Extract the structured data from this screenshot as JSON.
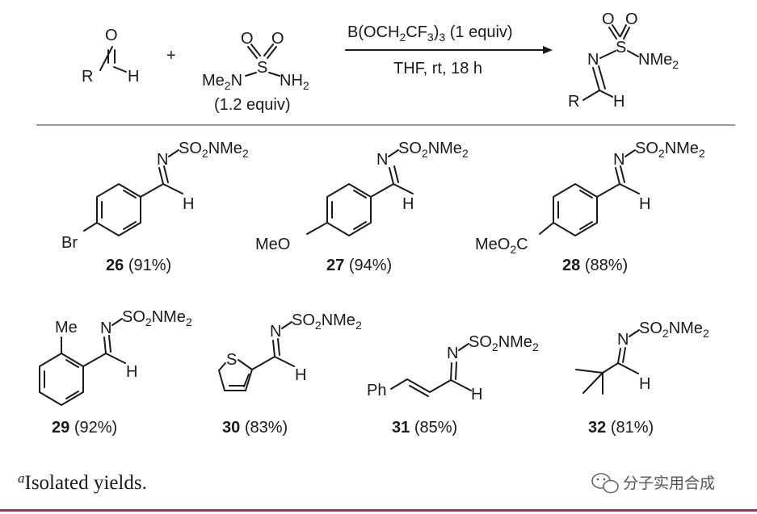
{
  "reaction": {
    "reactant1": {
      "O": "O",
      "R": "R",
      "H": "H"
    },
    "plus": "+",
    "reactant2": {
      "O_left": "O",
      "O_right": "O",
      "S": "S",
      "N_left": "Me",
      "N_left_sub": "2",
      "N_left_tail": "N",
      "N_right": "NH",
      "N_right_sub": "2",
      "equiv": "(1.2 equiv)"
    },
    "reagent": {
      "part1": "B(OCH",
      "sub1": "2",
      "part2": "CF",
      "sub2": "3",
      "part3": ")",
      "sub3": "3",
      "part4": " (1 equiv)"
    },
    "conditions": "THF, rt, 18 h",
    "product": {
      "O_left": "O",
      "O_right": "O",
      "S": "S",
      "N": "N",
      "NMe": "NMe",
      "NMe_sub": "2",
      "R": "R",
      "H": "H"
    }
  },
  "compounds": [
    {
      "number": "26",
      "yield": "(91%)",
      "substituent": "Br"
    },
    {
      "number": "27",
      "yield": "(94%)",
      "substituent": "MeO"
    },
    {
      "number": "28",
      "yield": "(88%)",
      "substituent_a": "MeO",
      "substituent_sub": "2",
      "substituent_b": "C"
    },
    {
      "number": "29",
      "yield": "(92%)",
      "substituent": "Me"
    },
    {
      "number": "30",
      "yield": "(83%)",
      "substituent": "S"
    },
    {
      "number": "31",
      "yield": "(85%)",
      "substituent": "Ph"
    },
    {
      "number": "32",
      "yield": "(81%)"
    }
  ],
  "group_labels": {
    "N": "N",
    "SO": "SO",
    "SO_sub": "2",
    "NMe": "NMe",
    "NMe_sub": "2",
    "H": "H"
  },
  "footnote": {
    "marker": "a",
    "text": "Isolated yields."
  },
  "watermark": "分子实用合成",
  "colors": {
    "rule_bottom": "#a8324a",
    "rule_top": "#333333",
    "ink": "#1a1a1a"
  }
}
